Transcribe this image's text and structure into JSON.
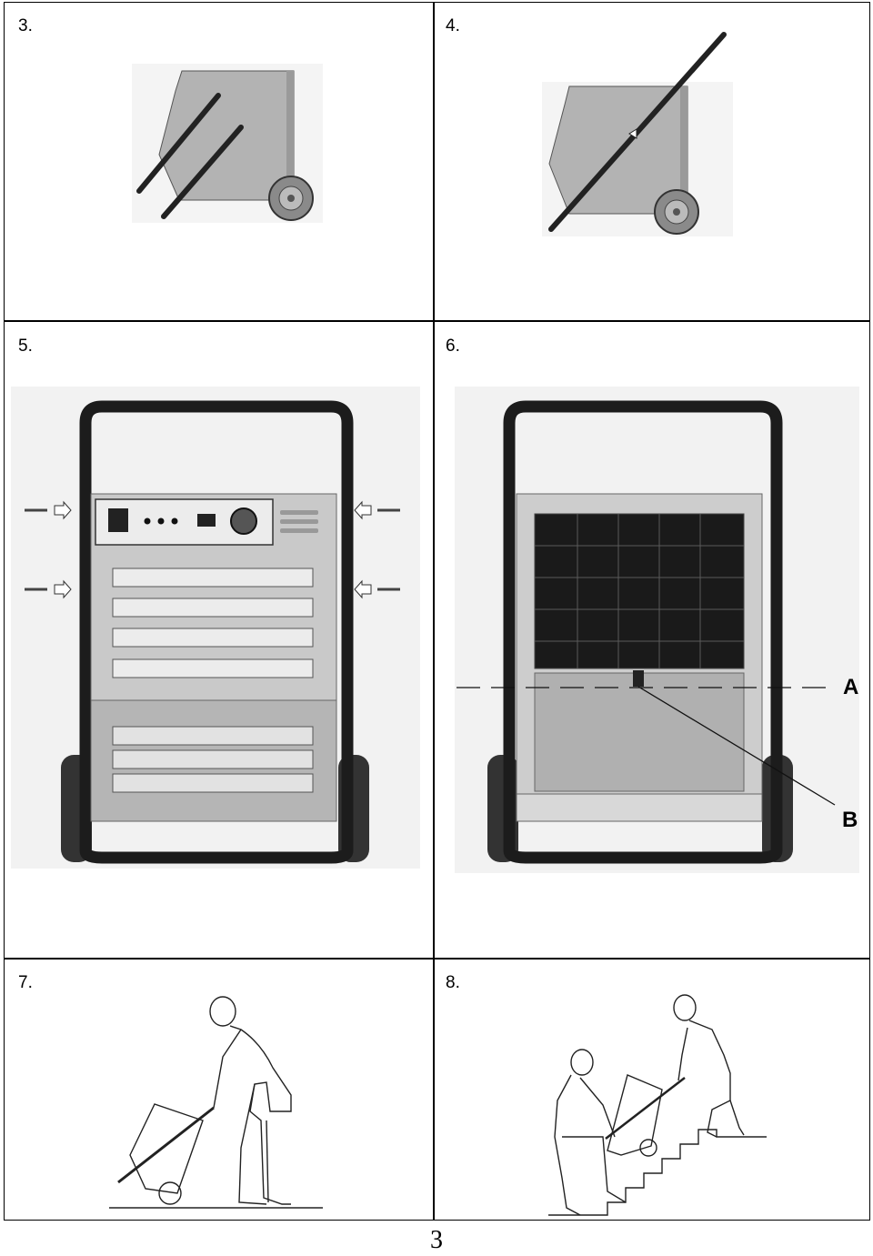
{
  "steps": [
    {
      "label": "3."
    },
    {
      "label": "4."
    },
    {
      "label": "5."
    },
    {
      "label": "6."
    },
    {
      "label": "7."
    },
    {
      "label": "8."
    }
  ],
  "labels": {
    "a": "A",
    "b": "B"
  },
  "page_number": "3"
}
